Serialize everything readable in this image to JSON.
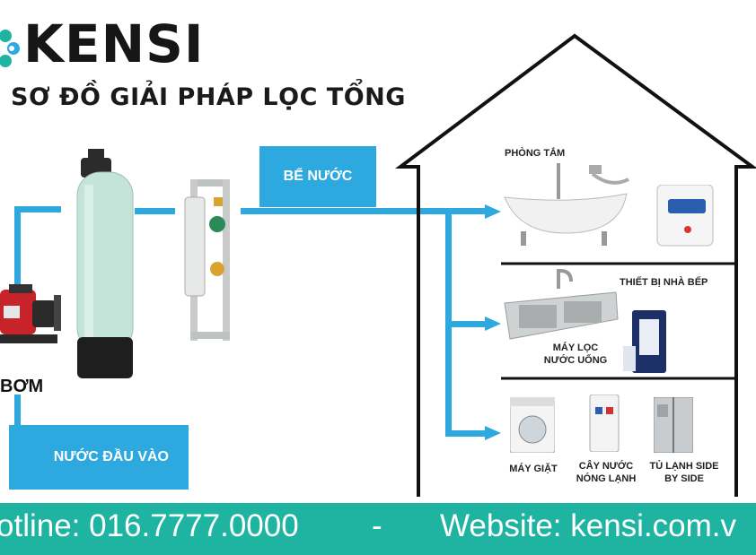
{
  "brand": {
    "name": "KENSI",
    "title": "SƠ ĐỒ GIẢI PHÁP LỌC TỔNG"
  },
  "diagram": {
    "input_label": "NƯỚC ĐẦU VÀO",
    "pump_label": "BƠM",
    "tank_label": "BỂ NƯỚC",
    "rooms": {
      "bathroom": "PHÒNG TẮM",
      "kitchen": "THIẾT BỊ NHÀ BẾP",
      "water_purifier": "MÁY LỌC NƯỚC UỐNG",
      "washer": "MÁY GIẶT",
      "dispenser": "CÂY NƯỚC NÓNG LẠNH",
      "fridge": "TỦ LẠNH SIDE BY SIDE"
    }
  },
  "footer": {
    "hotline": "otline: 016.7777.0000",
    "separator": "-",
    "website": "Website: kensi.com.v"
  },
  "colors": {
    "pipe": "#2ea9e0",
    "footer": "#1fb3a1",
    "house": "#111111"
  }
}
